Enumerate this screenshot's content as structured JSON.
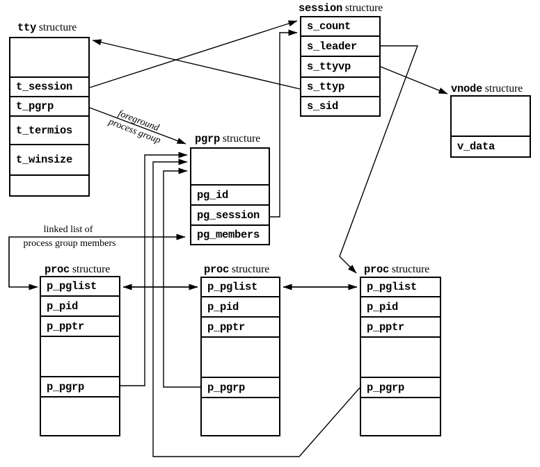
{
  "colors": {
    "line": "#000000",
    "background": "#ffffff",
    "text": "#000000"
  },
  "boxes": {
    "tty": {
      "title_code": "tty",
      "title_rest": "structure",
      "fields": [
        "t_session",
        "t_pgrp",
        "t_termios",
        "t_winsize"
      ]
    },
    "session": {
      "title_code": "session",
      "title_rest": "structure",
      "fields": [
        "s_count",
        "s_leader",
        "s_ttyvp",
        "s_ttyp",
        "s_sid"
      ]
    },
    "vnode": {
      "title_code": "vnode",
      "title_rest": "structure",
      "fields": [
        "v_data"
      ]
    },
    "pgrp": {
      "title_code": "pgrp",
      "title_rest": "structure",
      "fields": [
        "pg_id",
        "pg_session",
        "pg_members"
      ]
    },
    "proc1": {
      "title_code": "proc",
      "title_rest": "structure",
      "fields": [
        "p_pglist",
        "p_pid",
        "p_pptr",
        "p_pgrp"
      ]
    },
    "proc2": {
      "title_code": "proc",
      "title_rest": "structure",
      "fields": [
        "p_pglist",
        "p_pid",
        "p_pptr",
        "p_pgrp"
      ]
    },
    "proc3": {
      "title_code": "proc",
      "title_rest": "structure",
      "fields": [
        "p_pglist",
        "p_pid",
        "p_pptr",
        "p_pgrp"
      ]
    }
  },
  "annotations": {
    "foreground_label": {
      "line1": "foreground",
      "line2": "process group"
    },
    "linked_list_label": {
      "line1": "linked list of",
      "line2": "process group members"
    }
  }
}
